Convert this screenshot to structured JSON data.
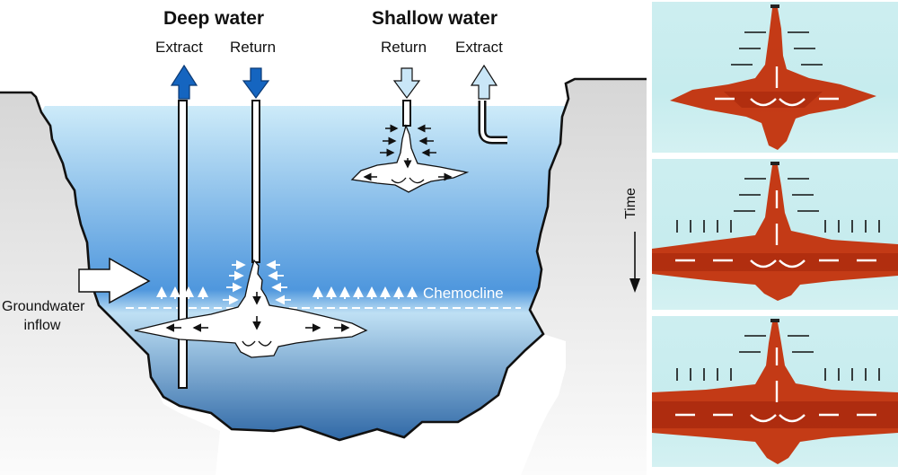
{
  "deep_water": {
    "title": "Deep water",
    "extract_label": "Extract",
    "return_label": "Return",
    "arrow_color": "#1565c0"
  },
  "shallow_water": {
    "title": "Shallow water",
    "return_label": "Return",
    "extract_label": "Extract",
    "arrow_color": "#c9e6f7"
  },
  "groundwater": {
    "label_line1": "Groundwater",
    "label_line2": "inflow"
  },
  "chemocline": {
    "label": "Chemocline"
  },
  "colors": {
    "water_top": "#cdebf9",
    "water_mid": "#4f97dd",
    "water_bottom": "#2f68a6",
    "rock_top": "#d9d9d9",
    "rock_bottom": "#f7f7f7",
    "dye": "#c3300a"
  },
  "time_axis": {
    "label": "Time",
    "direction": "down"
  },
  "photos": [
    {
      "stage": 1,
      "description": "early plume spreading"
    },
    {
      "stage": 2,
      "description": "intermediate intrusion with upwelling"
    },
    {
      "stage": 3,
      "description": "late intrusion layer with upwelling"
    }
  ]
}
